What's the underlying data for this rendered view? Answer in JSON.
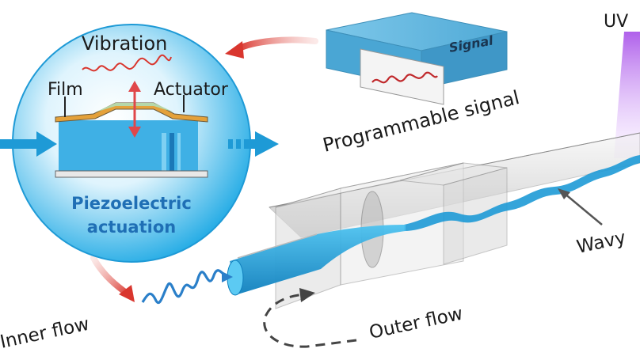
{
  "labels": {
    "vibration": "Vibration",
    "film": "Film",
    "actuator": "Actuator",
    "piezo_line1": "Piezoelectric",
    "piezo_line2": "actuation",
    "signal_box": "Signal",
    "programmable_signal": "Programmable signal",
    "uv": "UV",
    "wavy": "Wavy",
    "inner_flow": "Inner flow",
    "outer_flow": "Outer flow"
  },
  "colors": {
    "circle_light": "#e8f7fe",
    "circle_dark": "#22a9e4",
    "fluid_blue": "#1e9ad6",
    "arrow_red": "#d9362e",
    "uv_violet": "#b35cf0",
    "text_blue": "#1f6fb5",
    "box_blue": "#5fb3dc"
  }
}
